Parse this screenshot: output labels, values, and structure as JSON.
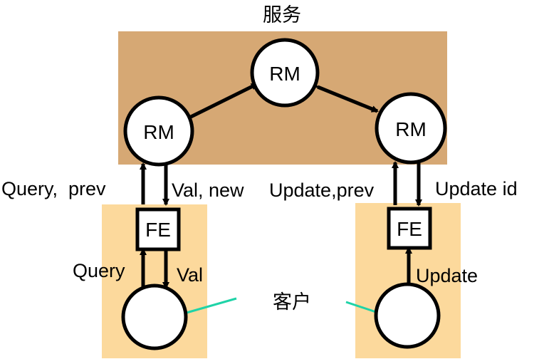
{
  "title": "服务",
  "client_label": "客户",
  "colors": {
    "service_bg": "#D6A874",
    "client_bg": "#FCD99C",
    "connector": "#1FD3A7"
  },
  "replica_managers": [
    {
      "id": "rm-top",
      "label": "RM"
    },
    {
      "id": "rm-left",
      "label": "RM"
    },
    {
      "id": "rm-right",
      "label": "RM"
    }
  ],
  "front_ends": [
    {
      "id": "fe-left",
      "label": "FE"
    },
    {
      "id": "fe-right",
      "label": "FE"
    }
  ],
  "edge_labels": {
    "query_prev": "Query,  prev",
    "val_new": "Val, new",
    "update_prev": "Update,prev",
    "update_id": "Update id",
    "query": "Query",
    "val": "Val",
    "update": "Update"
  }
}
